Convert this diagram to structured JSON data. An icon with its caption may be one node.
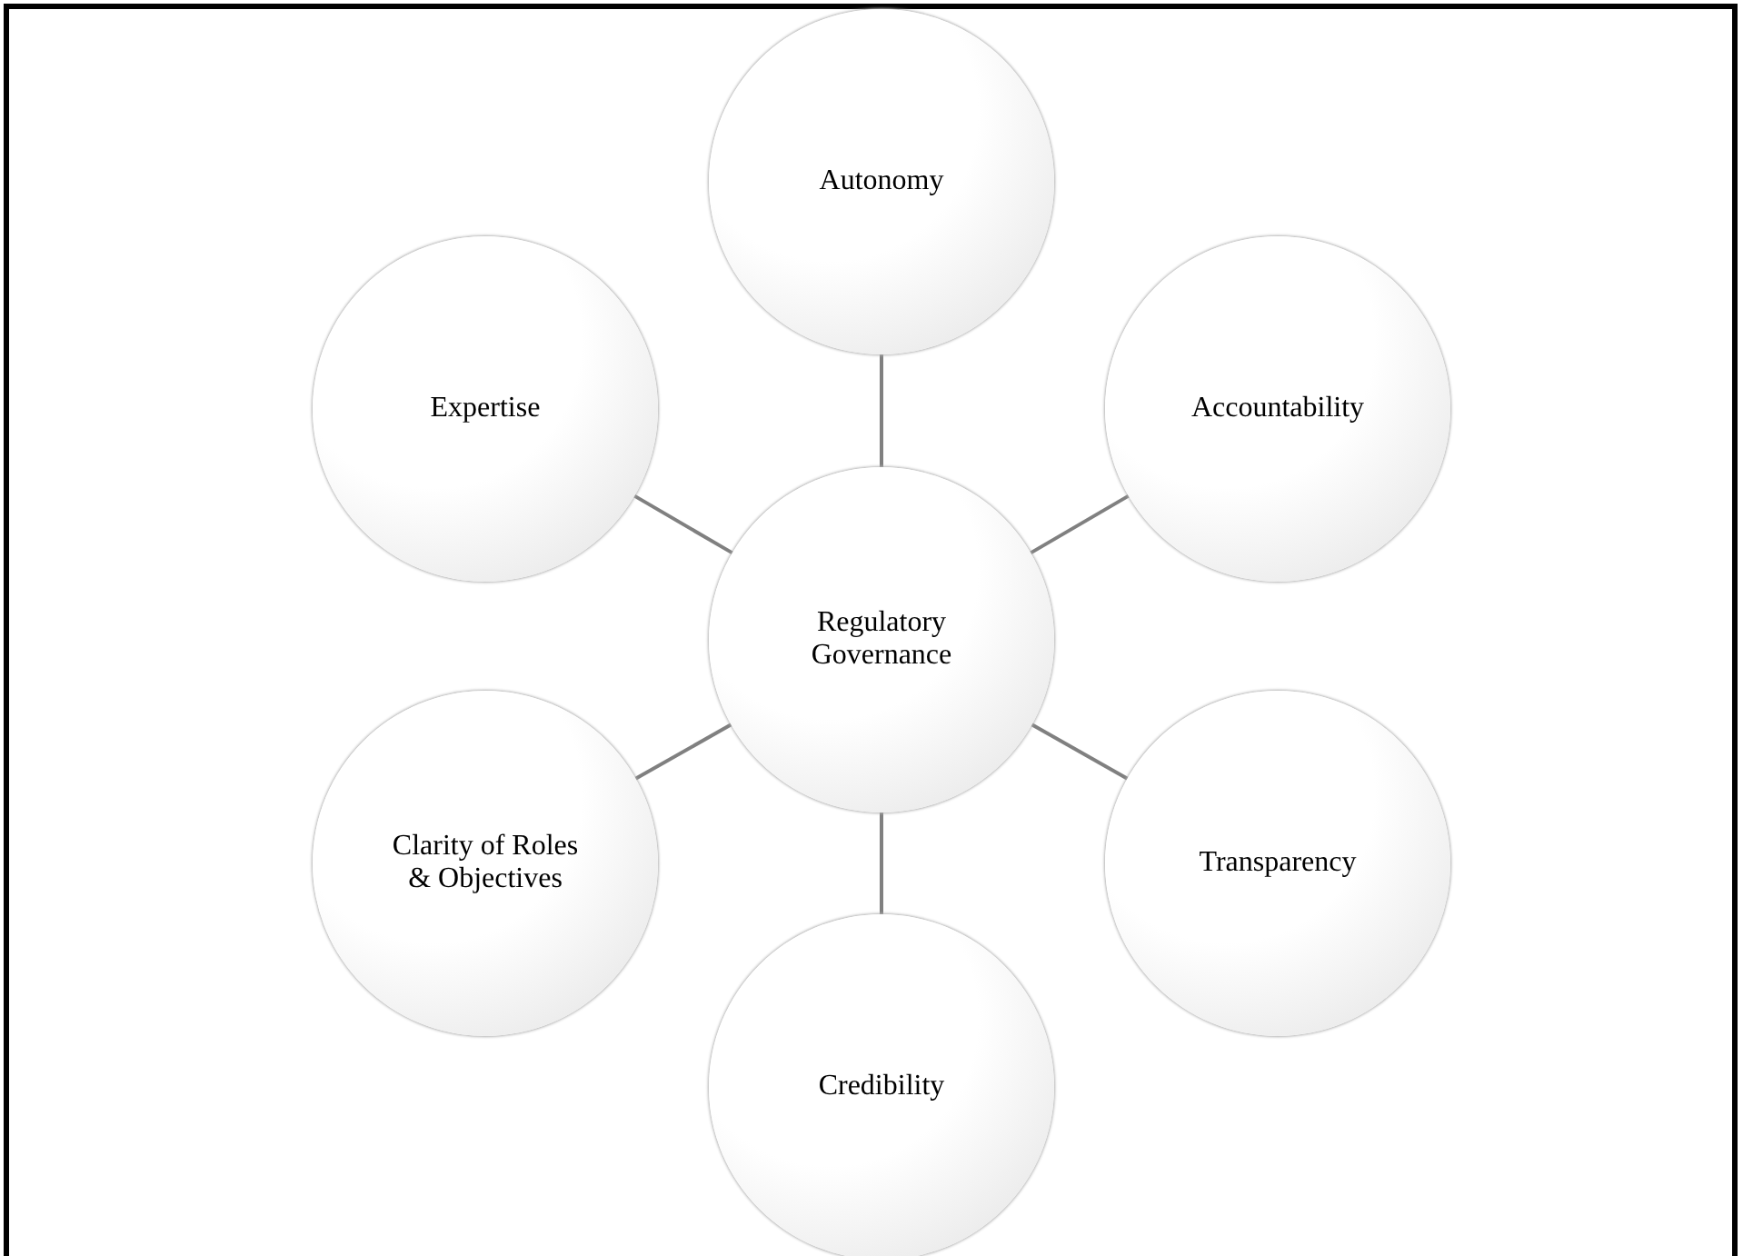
{
  "diagram": {
    "nodes": [
      {
        "text": [
          "Autonomy"
        ]
      },
      {
        "text": [
          "Expertise"
        ]
      },
      {
        "text": [
          "Accountability"
        ]
      },
      {
        "text": [
          "Regulatory Governance"
        ]
      },
      {
        "text": [
          "Clarity of Roles & Objectives"
        ]
      },
      {
        "text": [
          "Transparency"
        ]
      },
      {
        "text": [
          "Credibility"
        ]
      }
    ],
    "edges": [
      {
        "from": 3,
        "to": 0,
        "arrow": "none"
      },
      {
        "from": 3,
        "to": 2,
        "arrow": "none"
      },
      {
        "from": 3,
        "to": 5,
        "arrow": "none"
      },
      {
        "from": 3,
        "to": 6,
        "arrow": "none"
      },
      {
        "from": 3,
        "to": 4,
        "arrow": "none"
      },
      {
        "from": 3,
        "to": 1,
        "arrow": "none"
      }
    ]
  }
}
